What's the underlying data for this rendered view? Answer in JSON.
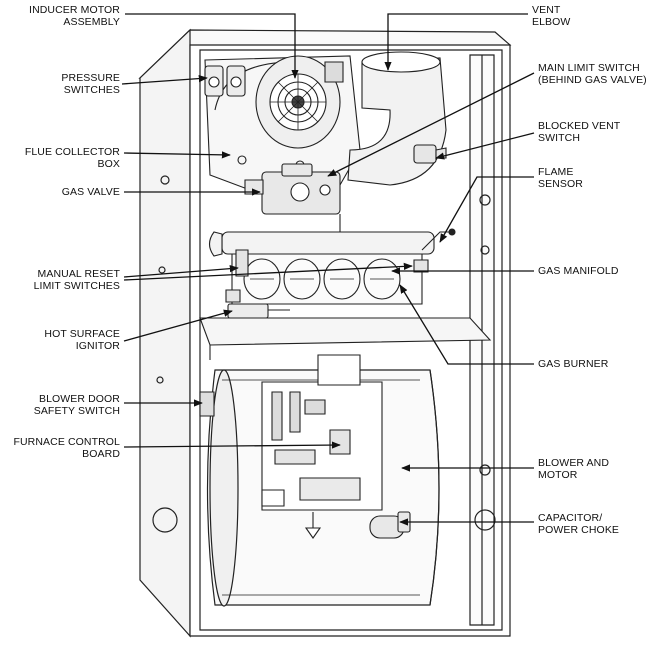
{
  "labels": {
    "inducer_motor": "INDUCER MOTOR\nASSEMBLY",
    "pressure_switches": "PRESSURE\nSWITCHES",
    "flue_collector": "FLUE COLLECTOR\nBOX",
    "gas_valve": "GAS VALVE",
    "manual_reset": "MANUAL RESET\nLIMIT SWITCHES",
    "hot_surface": "HOT SURFACE\nIGNITOR",
    "blower_door": "BLOWER DOOR\nSAFETY SWITCH",
    "control_board": "FURNACE CONTROL\nBOARD",
    "vent_elbow": "VENT\nELBOW",
    "main_limit": "MAIN LIMIT SWITCH\n(BEHIND GAS VALVE)",
    "blocked_vent": "BLOCKED VENT\nSWITCH",
    "flame_sensor": "FLAME\nSENSOR",
    "gas_manifold": "GAS MANIFOLD",
    "gas_burner": "GAS BURNER",
    "blower_motor": "BLOWER AND\nMOTOR",
    "capacitor": "CAPACITOR/\nPOWER CHOKE"
  }
}
